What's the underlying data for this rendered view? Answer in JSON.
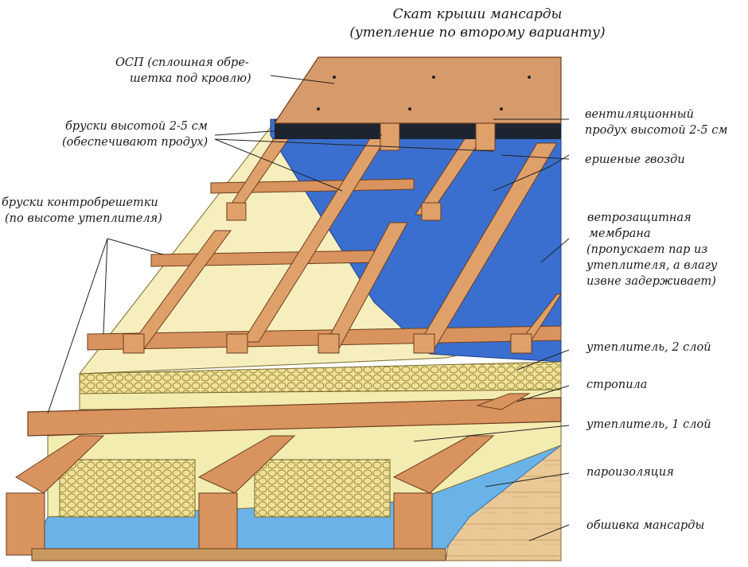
{
  "title": {
    "line1": "Скат крыши мансарды",
    "line2": "(утепление по второму варианту)"
  },
  "labels": {
    "osb_1": "ОСП (сплошная обре-",
    "osb_2": "шетка под кровлю)",
    "battens_1": "бруски высотой 2-5 см",
    "battens_2": "(обеспечивают продух)",
    "counter_1": "бруски контробрешетки",
    "counter_2": "(по высоте утеплителя)",
    "vent_1": "вентиляционный",
    "vent_2": "продух высотой 2-5 см",
    "nails": "ершеные гвозди",
    "membrane_1": "ветрозащитная",
    "membrane_2": "мембрана",
    "membrane_3": "(пропускает пар из",
    "membrane_4": "утеплителя, а влагу",
    "membrane_5": "извне задерживает)",
    "insul2": "утеплитель, 2 слой",
    "rafters": "стропила",
    "insul1": "утеплитель, 1 слой",
    "vapor": "пароизоляция",
    "lining": "обшивка мансарды"
  },
  "colors": {
    "wood": "#d9935f",
    "wood_dark": "#b06a3a",
    "osb": "#d79a6a",
    "membrane_blue": "#3a6fd0",
    "vapor_blue": "#6ab3e8",
    "insulation": "#f3ecb0",
    "insulation_dark": "#e2d27a",
    "vent_black": "#1c2430",
    "lining": "#e9c48f"
  }
}
